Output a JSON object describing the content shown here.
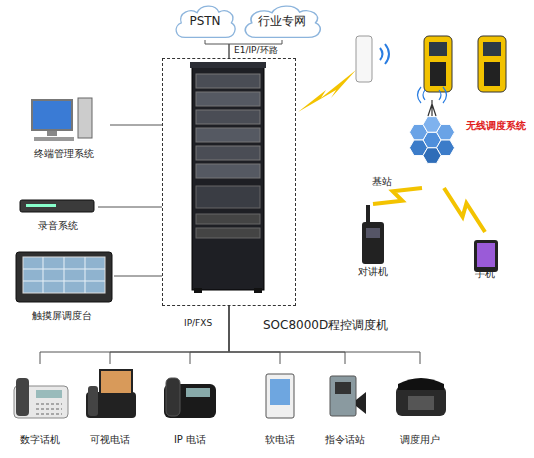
{
  "diagram": {
    "nodes": [
      {
        "text": [
          "PSTN"
        ]
      },
      {
        "text": [
          "行业专网"
        ]
      },
      {
        "text": [
          "SOC8000D程控调度机"
        ]
      },
      {
        "text": [
          "终端管理系统"
        ]
      },
      {
        "text": [
          "录音系统"
        ]
      },
      {
        "text": [
          "触摸屏调度台"
        ]
      },
      {
        "text": [
          "基站"
        ]
      },
      {
        "text": [
          "对讲机"
        ]
      },
      {
        "text": [
          "手机"
        ]
      },
      {
        "text": [
          "数字话机"
        ]
      },
      {
        "text": [
          "可视电话"
        ]
      },
      {
        "text": [
          "IP 电话"
        ]
      },
      {
        "text": [
          "软电话"
        ]
      },
      {
        "text": [
          "指令话站"
        ]
      },
      {
        "text": [
          "调度用户"
        ]
      }
    ],
    "edges": [
      {
        "from": 2,
        "to": 0,
        "arrow": "none",
        "label": "E1/IP/环路"
      },
      {
        "from": 2,
        "to": 1,
        "arrow": "none"
      },
      {
        "from": 3,
        "to": 2,
        "arrow": "none"
      },
      {
        "from": 4,
        "to": 2,
        "arrow": "none"
      },
      {
        "from": 5,
        "to": 2,
        "arrow": "none"
      },
      {
        "from": 6,
        "to": 7,
        "arrow": "none"
      },
      {
        "from": 6,
        "to": 8,
        "arrow": "none"
      },
      {
        "from": 2,
        "to": 9,
        "arrow": "none",
        "label": "IP/FXS"
      },
      {
        "from": 2,
        "to": 10,
        "arrow": "none"
      },
      {
        "from": 2,
        "to": 11,
        "arrow": "none"
      },
      {
        "from": 2,
        "to": 12,
        "arrow": "none"
      },
      {
        "from": 2,
        "to": 13,
        "arrow": "none"
      },
      {
        "from": 2,
        "to": 14,
        "arrow": "none"
      }
    ],
    "labels": [
      "无线调度系统"
    ]
  }
}
